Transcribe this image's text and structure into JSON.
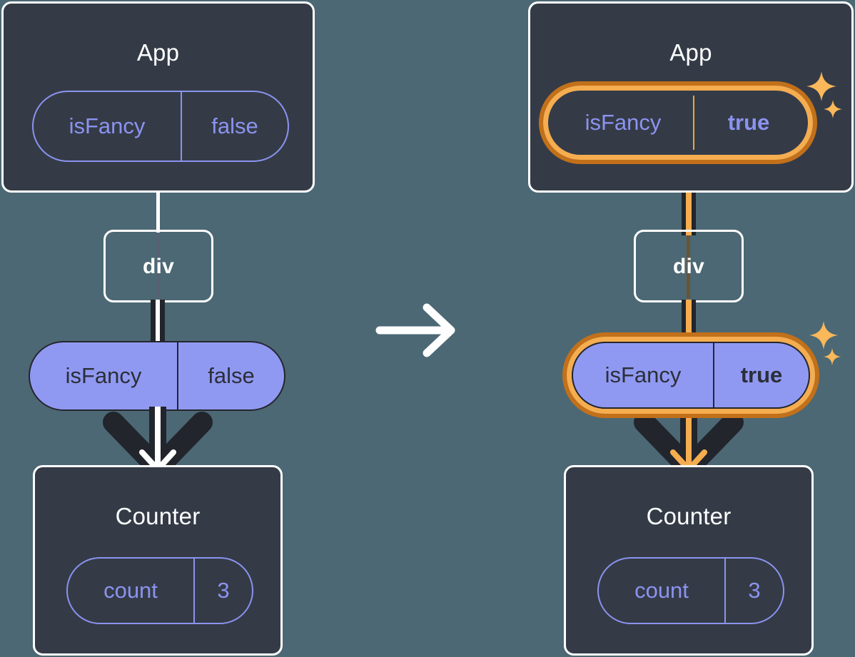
{
  "diagram": {
    "title": "react-state-tree-before-after",
    "background_color": "#4c6874",
    "box_fill": "#343b47",
    "box_border": "#ffffff",
    "pill_purple": "#9099f2",
    "pill_outline": "#8b93ef",
    "highlight_outer": "#c2701a",
    "highlight_inner": "#f5ad50",
    "dark_line": "#22252c",
    "sparkle_color": "#f9b85a"
  },
  "transition": {
    "icon": "arrow-right-icon",
    "color": "#ffffff"
  },
  "before": {
    "app": {
      "title": "App",
      "state": {
        "key": "isFancy",
        "value": "false",
        "highlighted": false
      }
    },
    "div": {
      "label": "div"
    },
    "prop": {
      "key": "isFancy",
      "value": "false",
      "highlighted": false
    },
    "counter": {
      "title": "Counter",
      "state": {
        "key": "count",
        "value": "3"
      }
    }
  },
  "after": {
    "app": {
      "title": "App",
      "state": {
        "key": "isFancy",
        "value": "true",
        "highlighted": true
      }
    },
    "div": {
      "label": "div"
    },
    "prop": {
      "key": "isFancy",
      "value": "true",
      "highlighted": true
    },
    "counter": {
      "title": "Counter",
      "state": {
        "key": "count",
        "value": "3"
      }
    },
    "sparkles": [
      {
        "name": "sparkle-large-icon"
      },
      {
        "name": "sparkle-small-icon"
      }
    ]
  }
}
